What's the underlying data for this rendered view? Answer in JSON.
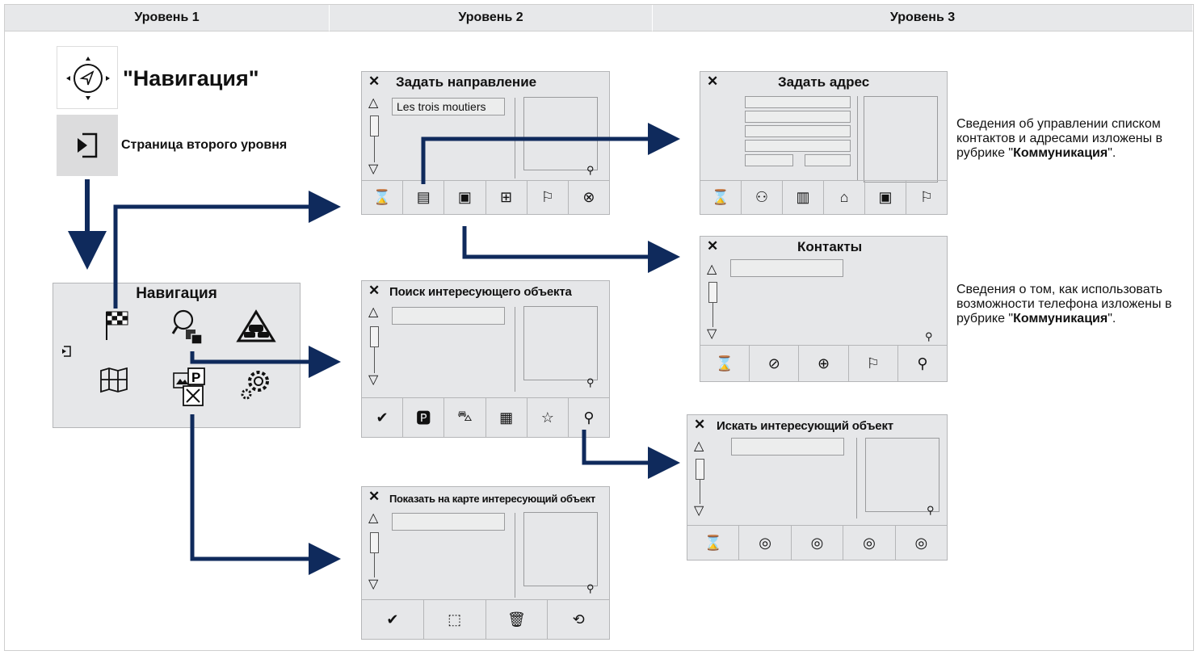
{
  "headers": [
    "Уровень 1",
    "Уровень 2",
    "Уровень 3"
  ],
  "level1": {
    "nav_title": "\"Навигация\"",
    "page_label": "Страница второго уровня",
    "menu_title": "Навигация"
  },
  "screens": {
    "set_destination": {
      "close": "✕",
      "title": "Задать направление",
      "input": "Les trois moutiers"
    },
    "poi_search": {
      "close": "✕",
      "title": "Поиск интересующего объекта"
    },
    "poi_map": {
      "close": "✕",
      "title": "Показать на карте интересующий объект"
    },
    "set_address": {
      "close": "✕",
      "title": "Задать адрес"
    },
    "contacts": {
      "close": "✕",
      "title": "Контакты"
    },
    "search_poi": {
      "close": "✕",
      "title": "Искать интересующий объект"
    }
  },
  "info1": {
    "text": "Сведения об управлении списком контактов и адресами изложены в рубрике \"",
    "bold": "Коммуникация",
    "end": "\"."
  },
  "info2": {
    "text": "Сведения о том, как использовать возможности телефона изложены в рубрике \"",
    "bold": "Коммуникация",
    "end": "\"."
  },
  "colors": {
    "arrow": "#0f2a5c",
    "screen_bg": "#e6e7e9",
    "header_bg": "#e7e8ea"
  }
}
